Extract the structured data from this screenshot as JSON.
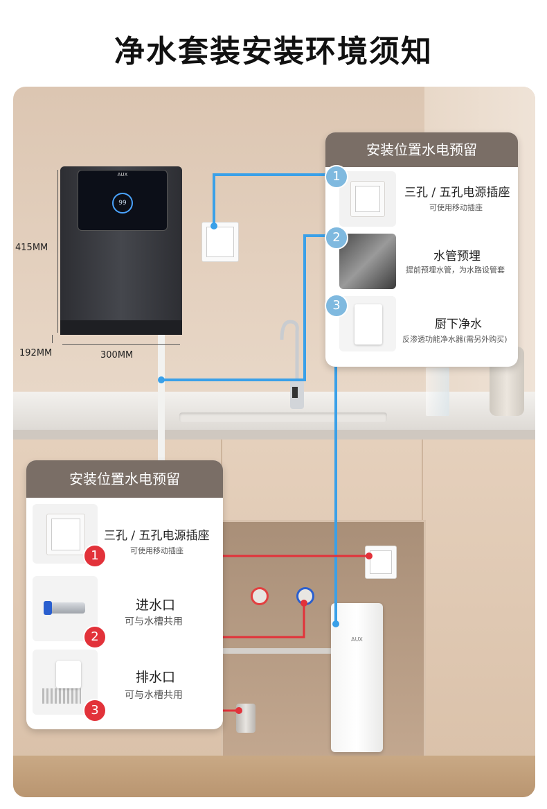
{
  "page": {
    "title": "净水套装安装环境须知"
  },
  "dimensions": {
    "height": "415MM",
    "depth": "192MM",
    "width": "300MM"
  },
  "purifier": {
    "logo": "AUX",
    "display": "99"
  },
  "under_sink_unit": {
    "logo": "AUX"
  },
  "top_panel": {
    "title": "安装位置水电预留",
    "items": [
      {
        "number": "1",
        "title": "三孔 / 五孔电源插座",
        "subtitle": "可使用移动插座"
      },
      {
        "number": "2",
        "title": "水管预埋",
        "subtitle": "提前预埋水管，为水路设管套"
      },
      {
        "number": "3",
        "title": "厨下净水",
        "subtitle": "反渗透功能净水器(需另外购买)"
      }
    ]
  },
  "bottom_panel": {
    "title": "安装位置水电预留",
    "items": [
      {
        "number": "1",
        "title": "三孔 / 五孔电源插座",
        "subtitle": "可使用移动插座"
      },
      {
        "number": "2",
        "title": "进水口",
        "subtitle": "可与水槽共用"
      },
      {
        "number": "3",
        "title": "排水口",
        "subtitle": "可与水槽共用"
      }
    ]
  },
  "colors": {
    "blue_line": "#3aa0e8",
    "red_line": "#e2323a",
    "panel_header": "#7a6e66"
  }
}
